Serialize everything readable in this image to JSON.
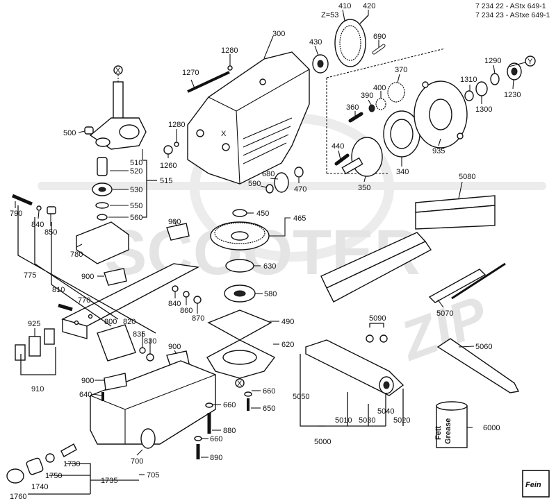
{
  "header": {
    "line1": "7 234 22 - AStx 649-1",
    "line2": "7 234 23 - AStxe 649-1"
  },
  "watermark": {
    "word1": "SCOOTER",
    "word2": "ZIP"
  },
  "markers": {
    "x_label": "X",
    "y_label": "Y",
    "z_label": "Z=53"
  },
  "logo": {
    "text": "Fein"
  },
  "grease_can": {
    "line1": "Fett",
    "line2": "Grease"
  },
  "labels": {
    "p410": "410",
    "p420": "420",
    "p430": "430",
    "p690": "690",
    "p300": "300",
    "p1280a": "1280",
    "p1270": "1270",
    "p1280b": "1280",
    "p1260": "1260",
    "p370": "370",
    "p400": "400",
    "p390": "390",
    "p360": "360",
    "p440": "440",
    "p350": "350",
    "p340": "340",
    "p935": "935",
    "p1290": "1290",
    "p1310": "1310",
    "p1300": "1300",
    "p1230": "1230",
    "p500": "500",
    "p510": "510",
    "p520": "520",
    "p530": "530",
    "p550": "550",
    "p560": "560",
    "p515": "515",
    "p680": "680",
    "p590": "590",
    "p470": "470",
    "p450": "450",
    "p465": "465",
    "p790": "790",
    "p840a": "840",
    "p850": "850",
    "p780": "780",
    "p900a": "900",
    "p775": "775",
    "p900b": "900",
    "p810": "810",
    "p770": "770",
    "p840b": "840",
    "p860": "860",
    "p870": "870",
    "p800": "800",
    "p820": "820",
    "p835": "835",
    "p830": "830",
    "p925": "925",
    "p910": "910",
    "p900c": "900",
    "p900d": "900",
    "p640": "640",
    "p630": "630",
    "p580": "580",
    "p490": "490",
    "p620": "620",
    "p660a": "660",
    "p650": "650",
    "p660b": "660",
    "p880": "880",
    "p660c": "660",
    "p890": "890",
    "p700": "700",
    "p1730": "1730",
    "p1750": "1750",
    "p1735": "1735",
    "p705": "705",
    "p1740": "1740",
    "p1760": "1760",
    "p5080": "5080",
    "p5070": "5070",
    "p5090": "5090",
    "p5060": "5060",
    "p5050": "5050",
    "p5010": "5010",
    "p5030": "5030",
    "p5040": "5040",
    "p5020": "5020",
    "p5000": "5000",
    "p6000": "6000"
  }
}
